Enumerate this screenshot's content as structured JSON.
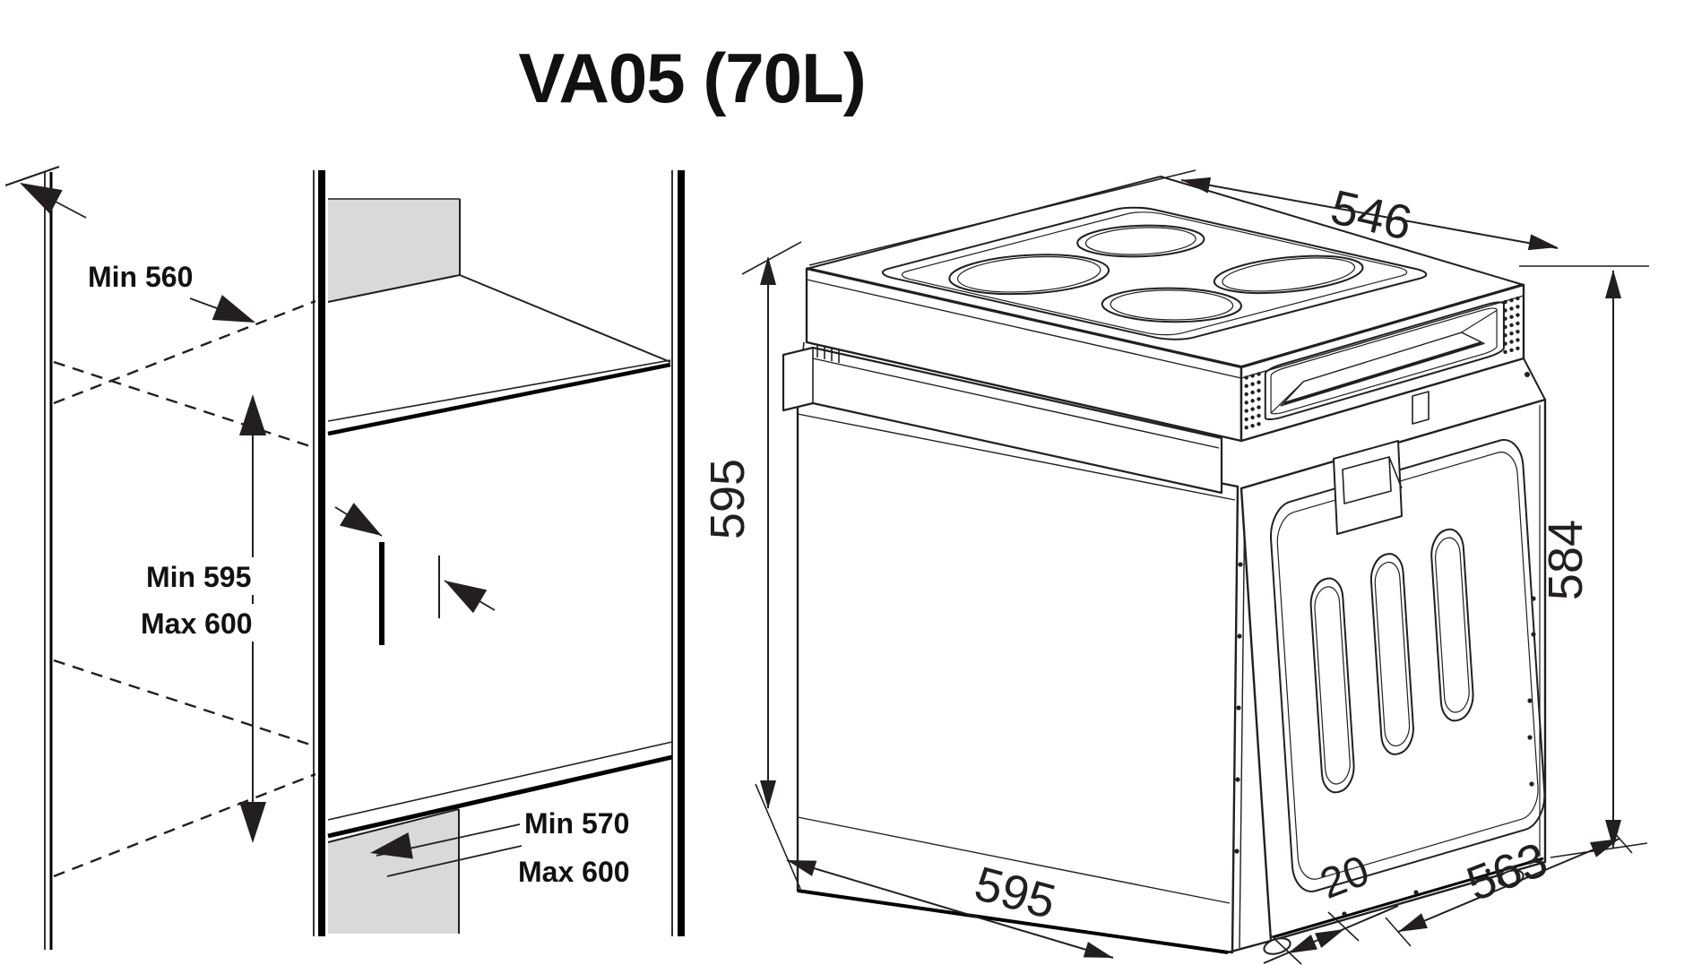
{
  "title": "VA05 (70L)",
  "colors": {
    "line": "#231f20",
    "shade": "#d9d9d9",
    "background": "#ffffff"
  },
  "cabinet_diagram": {
    "description": "cabinet niche installation drawing",
    "labels": {
      "niche_depth_top": "Min 560",
      "niche_height_min": "Min 595",
      "niche_height_max": "Max 600",
      "plinth_depth_min": "Min 570",
      "plinth_depth_max": "Max 600"
    }
  },
  "oven_diagram": {
    "description": "oven perspective drawing with overall dimensions",
    "dimensions": {
      "top_depth": "546",
      "front_height": "595",
      "body_height": "584",
      "front_width": "595",
      "door_offset": "20",
      "body_depth": "563"
    }
  }
}
